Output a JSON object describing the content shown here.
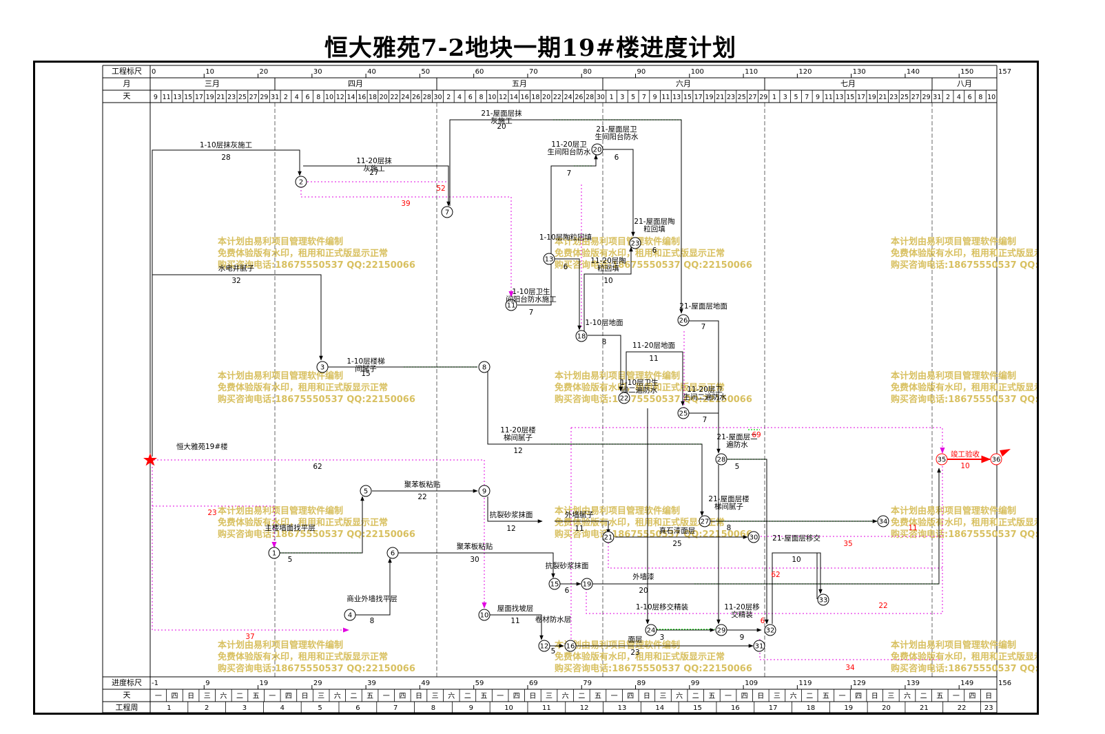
{
  "title": "恒大雅苑7-2地块一期19#楼进度计划",
  "header": {
    "scale_label": "工程标尺",
    "month_label": "月",
    "day_label": "天",
    "scale_ticks": [
      "0",
      "10",
      "20",
      "30",
      "40",
      "50",
      "60",
      "70",
      "80",
      "90",
      "100",
      "110",
      "120",
      "130",
      "140",
      "150",
      "157"
    ],
    "months": [
      "三月",
      "四月",
      "五月",
      "六月",
      "七月",
      "八月"
    ],
    "days": [
      "9",
      "11",
      "13",
      "15",
      "17",
      "19",
      "21",
      "23",
      "25",
      "27",
      "29",
      "31",
      "2",
      "4",
      "6",
      "8",
      "10",
      "12",
      "14",
      "16",
      "18",
      "20",
      "22",
      "24",
      "26",
      "28",
      "30",
      "2",
      "4",
      "6",
      "8",
      "10",
      "12",
      "14",
      "16",
      "18",
      "20",
      "22",
      "24",
      "26",
      "28",
      "30",
      "1",
      "3",
      "5",
      "7",
      "9",
      "11",
      "13",
      "15",
      "17",
      "19",
      "21",
      "23",
      "25",
      "27",
      "29",
      "1",
      "3",
      "5",
      "7",
      "9",
      "11",
      "13",
      "15",
      "17",
      "19",
      "21",
      "23",
      "25",
      "27",
      "29",
      "31",
      "2",
      "4",
      "6",
      "8",
      "10"
    ]
  },
  "footer": {
    "progress_label": "进度标尺",
    "day_label": "天",
    "week_label": "工程周",
    "progress_ticks": [
      "-1",
      "9",
      "19",
      "29",
      "39",
      "49",
      "59",
      "69",
      "79",
      "89",
      "99",
      "109",
      "119",
      "129",
      "139",
      "149",
      "156"
    ],
    "weekdays": [
      "一",
      "四",
      "日",
      "三",
      "六",
      "二",
      "五",
      "一",
      "四",
      "日",
      "三",
      "六",
      "二",
      "五",
      "一",
      "四",
      "日",
      "三",
      "六",
      "二",
      "五",
      "一",
      "四",
      "日",
      "三",
      "六",
      "二",
      "五",
      "一",
      "四",
      "日",
      "三",
      "六",
      "二",
      "五",
      "一",
      "四",
      "日",
      "三",
      "六",
      "二",
      "五",
      "一",
      "四",
      "日",
      "三",
      "六",
      "二",
      "五",
      "一",
      "四",
      "日"
    ],
    "weeks": [
      "1",
      "2",
      "3",
      "4",
      "5",
      "6",
      "7",
      "8",
      "9",
      "10",
      "11",
      "12",
      "13",
      "14",
      "15",
      "16",
      "17",
      "18",
      "19",
      "20",
      "21",
      "22",
      "23"
    ]
  },
  "watermark": {
    "line1": "本计划由易利项目管理软件编制",
    "line2": "免费体验版有水印，租用和正式版显示正常",
    "line3": "购买咨询电话:18675550537 QQ:22150066"
  },
  "nodes": [
    "1",
    "2",
    "3",
    "4",
    "5",
    "6",
    "7",
    "8",
    "9",
    "10",
    "11",
    "12",
    "13",
    "15",
    "16",
    "18",
    "19",
    "20",
    "21",
    "22",
    "23",
    "24",
    "25",
    "26",
    "27",
    "28",
    "29",
    "30",
    "31",
    "32",
    "33",
    "34",
    "35",
    "36"
  ],
  "activities": [
    {
      "name": "1-10层抹灰施工",
      "dur": "28"
    },
    {
      "name": "11-20层抹灰施工",
      "dur": "27"
    },
    {
      "name": "21-屋面层抹灰施工",
      "dur": "20"
    },
    {
      "name": "21-屋面层卫生间阳台防水",
      "dur": "6"
    },
    {
      "name": "11-20层卫生间阳台防水",
      "dur": "7"
    },
    {
      "name": "21-屋面层陶粒回填",
      "dur": "6"
    },
    {
      "name": "1-10层陶粒回填",
      "dur": "6"
    },
    {
      "name": "11-20层陶粒回填",
      "dur": "10"
    },
    {
      "name": "1-10层卫生间阳台防水施工",
      "dur": "7"
    },
    {
      "name": "水电井腻子",
      "dur": "32"
    },
    {
      "name": "21-屋面层地面",
      "dur": "7"
    },
    {
      "name": "1-10层地面",
      "dur": "8"
    },
    {
      "name": "11-20层地面",
      "dur": "11"
    },
    {
      "name": "1-10层楼梯间腻子",
      "dur": "15"
    },
    {
      "name": "1-10层卫生间二遍防水",
      "dur": ""
    },
    {
      "name": "11-20层卫生间二遍防水",
      "dur": "7"
    },
    {
      "name": "11-20层楼梯间腻子",
      "dur": "12"
    },
    {
      "name": "21-屋面层二遍防水",
      "dur": "5"
    },
    {
      "name": "恒大雅苑19#楼",
      "dur": "62"
    },
    {
      "name": "竣工验收",
      "dur": "10"
    },
    {
      "name": "聚苯板粘贴",
      "dur": "22"
    },
    {
      "name": "抗裂砂浆抹面",
      "dur": "12"
    },
    {
      "name": "外墙腻子",
      "dur": "11"
    },
    {
      "name": "21-屋面层楼梯间腻子",
      "dur": "8"
    },
    {
      "name": "真石漆面层",
      "dur": "25"
    },
    {
      "name": "主楼墙面找平层",
      "dur": "5"
    },
    {
      "name": "聚苯板粘贴",
      "dur": "30"
    },
    {
      "name": "21-屋面层移交",
      "dur": "10"
    },
    {
      "name": "抗裂砂浆抹面",
      "dur": "6"
    },
    {
      "name": "外墙漆",
      "dur": "20"
    },
    {
      "name": "商业外墙找平层",
      "dur": "8"
    },
    {
      "name": "屋面找坡层",
      "dur": "11"
    },
    {
      "name": "卷材防水层",
      "dur": "5"
    },
    {
      "name": "1-10层移交精装",
      "dur": "3"
    },
    {
      "name": "11-20层移交精装",
      "dur": "9"
    },
    {
      "name": "面层",
      "dur": "23"
    }
  ],
  "floats": [
    "52",
    "39",
    "69",
    "23",
    "37",
    "35",
    "62",
    "22",
    "34",
    "6",
    "11"
  ],
  "colors": {
    "float_link": "#e000e0",
    "free_float": "#00dd00",
    "critical": "#ff0000",
    "watermark": "#d8c060"
  }
}
